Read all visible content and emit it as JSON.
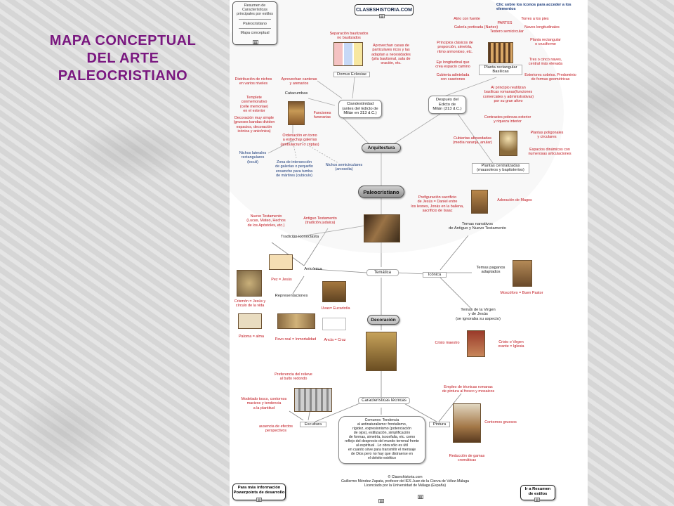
{
  "title": "MAPA CONCEPTUAL\nDEL ARTE\nPALEOCRISTIANO",
  "header": {
    "summary_title": "Resumen de Características principales por estilos",
    "summary_item1": "Paleocristiano",
    "summary_item2": "Mapa conceptual",
    "brand": "CLASESHISTORIA.COM",
    "click_hint": "Clic sobre los iconos para acceder a los elementos"
  },
  "nodes": {
    "center": "Paleocristiano",
    "arquitectura": "Arquitectura",
    "tematica": "Temática",
    "decoracion": "Decoración",
    "caract": "Características técnicas",
    "clandestinidad": "Clandestinidad\n(antes del Edicto de\nMilán  en 313 d.C.)",
    "despues": "Después del\nEdicto de\nMilán (313 d.C.)",
    "domus": "Domus Eclesiae",
    "catacumbas": "Catacumbas",
    "planta_rect": "Planta rectangular\nBasílicas",
    "planta_centr": "Plantas centralizadas\n(mausoleos y baptisterios)",
    "tradicion": "Tradición iconoclasta",
    "anicónica": "Anicónica",
    "icónica": "Icónica",
    "representaciones": "Representaciones",
    "temas_narr": "Temas narrativos\nde Antiguo y Nuevo Testamento",
    "temas_pag": "Temas paganos\nadaptados",
    "temas_virgen": "Temas de la Virgen\ny de Jesús\n(se ignoraba su aspecto)",
    "escultura": "Escultura",
    "pintura": "Pintura",
    "comunes": "Comunes: Tendencia\nal antinaturalismo: frontalismo,\nrigidez, expresionismo (potenciación\nde ojos), estilización, simplificación\nde formas, simetría, isocefalia, etc. como\nreflejo del desprecio del mundo terrenal frente\nal espiritual . Lo obra sólo es útil\nen cuanto sirve para transmitir el mensaje\nde Dios pero no hay que distraerse en\nel deleite estético"
  },
  "labels": {
    "separacion": "Separación bautizados\nno bautizados",
    "aprovechan_casas": "Aprovechan casas de\nparticulares ricos y las\nadaptan a necesidades\n(pila bautismal, sala de\noración, etc.",
    "aprovechan_canteras": "Aprovechan canteras\ny arenarios",
    "distribucion": "Distribución de nichos\nen varios niveles",
    "templete": "Templete conmemorativo\n(celle memoriae)\nen el exterior",
    "deco_simple": "Decoración muy simple\n(grueses bandas dividen\nespacios, decoración\nicónica y anicónica)",
    "funciones": "Funciones\nfunerarias",
    "ordenacion": "Ordenación en torno\na estrechas galerías\n(ambulacrum o criptas)",
    "nichos_lat": "Nichos laterales\nrectangulares\n(loculi)",
    "zona_inter": "Zona de intersección\nde galerías o pequeño\nensanche para tumba\nde mártires (cubiculo)",
    "nichos_semi": "Nichos semicirculares\n(arcosolia)",
    "principios": "Principios clásicos de\nproporción, simetría,\nritmo armonioso, etc.",
    "eje": "Eje longitudinal que\ncrea espacio camino",
    "cubierta_adint": "Cubierta adintelada\ncon casetones",
    "atrio": "Atrio con fuente",
    "torres": "Torres a los pies",
    "partes": "PARTES",
    "galeria": "Galería porticada (Nartex)",
    "naves": "Naves longitudinales",
    "testero": "Testero semicircular",
    "planta_rect_cruc": "Planta rectangular\no cruciforme",
    "tres_cinco": "Tres o cinco naves,\ncentral más elevada",
    "exteriores": "Exteriores sobrios. Predominio\nde formas geométricas",
    "al_principio": "Al principio reutilizan\nbasílicas romanas(funciones\ncomerciales y administrativas)\npor su gran aforo",
    "contrastes": "Contrastes pobreza exterior\ny riqueza interior",
    "cubiertas_abov": "Cubiertas abovedadas\n(media naranja, anular)",
    "plantas_polig": "Plantas poligonales\ny circulares",
    "espacios_din": "Espacios dinámicos con\nnumerosas articulaciones",
    "prefiguracion": "Prefiguración sacrificio\nde Jesús = Daniel entre\nlos leones, Jonás en la ballena,\nsacrificio de Isaac",
    "adoracion": "Adoración de Magos",
    "nuevo_test": "Nuevo Testamento\n(Lucas, Mateo, Hechos\nde los Apóstoles, etc.)",
    "antiguo_test": "Antiguo Testamento\n(tradición judaica)",
    "pez": "Pez = Jesús",
    "crismon": "Crismón = Jesús y\ncírculo de la vida",
    "uvas": "Uvas= Eucaristía",
    "paloma": "Paloma = alma",
    "pavo": "Pavo real = Inmortalidad",
    "ancla": "Ancla =  Cruz",
    "moscoforo": "Moscóforo = Buen Pastor",
    "cristo_maestro": "Cristo maestro",
    "cristo_virgen": "Cristo o Virgen\norante = Iglesia",
    "preferencia": "Preferencia del relieve\nal bulto redondo",
    "modelado": "Modelado tosco, contornos\nmacizos y tendencia\na la plantitud",
    "ausencia": "ausencia de efectos\nperspectivos",
    "empleo": "Empleo de técnicas romanas\nde pintura al fresco y mosaicos",
    "contornos": "Contornos gruesos",
    "reduccion": "Reducción de gamas\ncromáticas"
  },
  "footer": {
    "more_info": "Para más información\nPowerpoints de desarrollo",
    "back": "Ir a Resumen\nde estilos",
    "credits": "© Claseshistoria.com\nGuillermo Méndez Zapata, profesor del IES Juan de la Cierva de Vélez-Málaga\nLicenciado por la Universidad de Málaga (España)"
  },
  "colors": {
    "title": "#7a1880",
    "label_red": "#c0141c",
    "label_blue": "#1a3a7a"
  }
}
